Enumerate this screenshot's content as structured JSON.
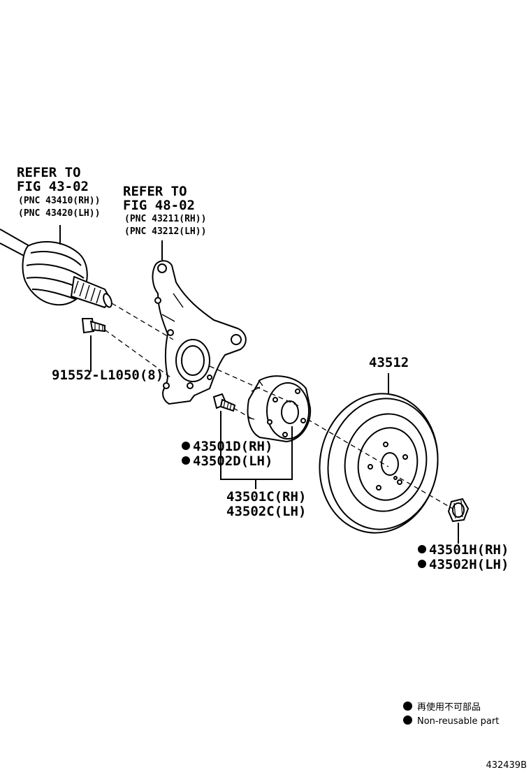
{
  "references": [
    {
      "refer_to": "REFER TO",
      "figure": "FIG 43-02",
      "pnc_rh": "(PNC 43410(RH))",
      "pnc_lh": "(PNC 43420(LH))"
    },
    {
      "refer_to": "REFER TO",
      "figure": "FIG 48-02",
      "pnc_rh": "(PNC 43211(RH))",
      "pnc_lh": "(PNC 43212(LH))"
    }
  ],
  "parts": {
    "bolt": "91552-L1050(8)",
    "hub_bolt_rh": "43501D(RH)",
    "hub_bolt_lh": "43502D(LH)",
    "hub_rh": "43501C(RH)",
    "hub_lh": "43502C(LH)",
    "disc": "43512",
    "nut_rh": "43501H(RH)",
    "nut_lh": "43502H(LH)"
  },
  "legend": {
    "non_reusable_jp": "再使用不可部品",
    "non_reusable_en": "Non-reusable part"
  },
  "figure_id": "432439B"
}
